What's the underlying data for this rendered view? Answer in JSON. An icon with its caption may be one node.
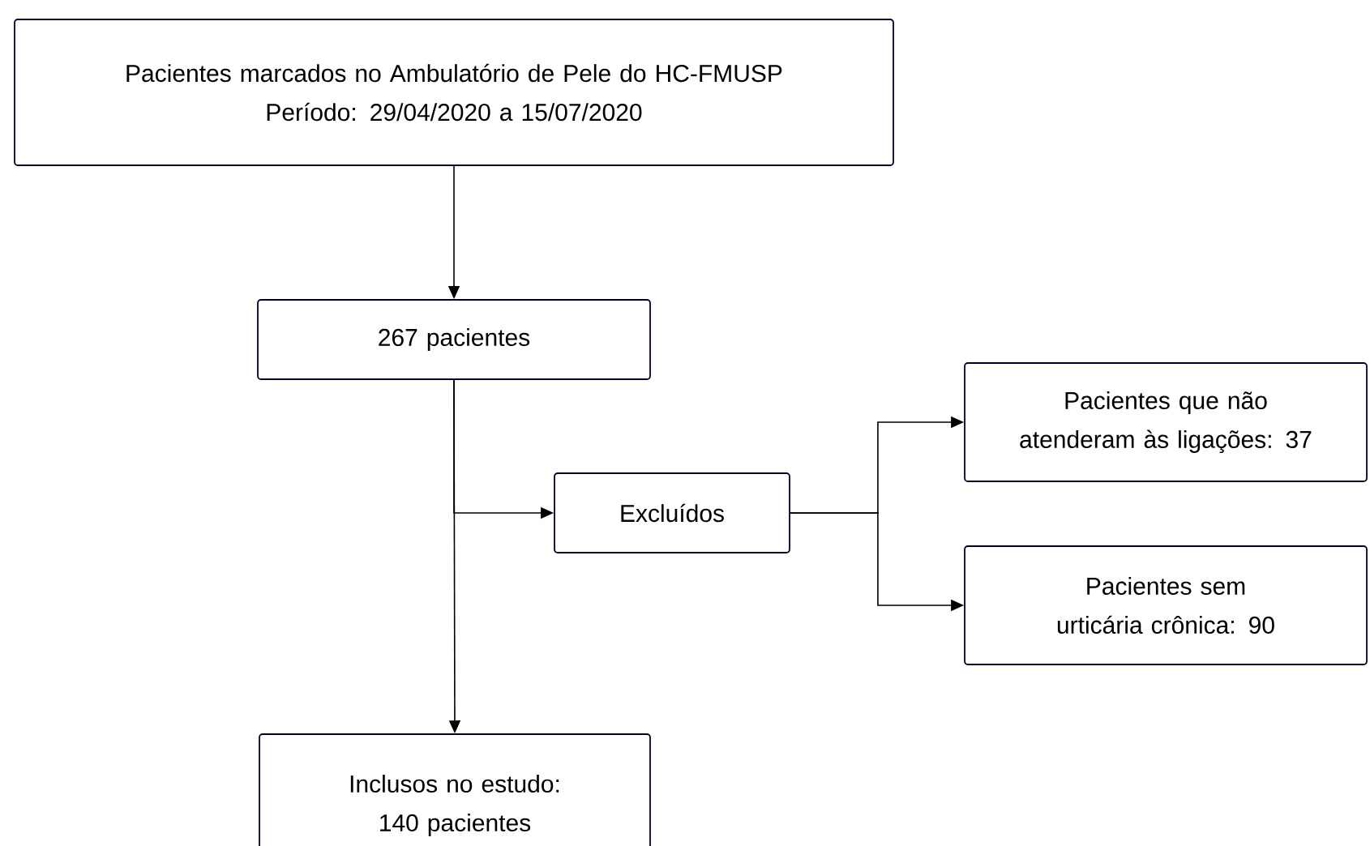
{
  "diagram": {
    "nodes": [
      {
        "text": [
          "Pacientes marcados no Ambulatório de Pele do HC-FMUSP",
          "Período: 29/04/2020 a 15/07/2020"
        ]
      },
      {
        "text": [
          "267 pacientes"
        ]
      },
      {
        "text": [
          "Excluídos"
        ]
      },
      {
        "text": [
          "Pacientes que não atenderam às ligações: 37"
        ]
      },
      {
        "text": [
          "Pacientes sem urticária crônica: 90"
        ]
      },
      {
        "text": [
          "Inclusos no estudo: 140 pacientes"
        ]
      }
    ],
    "edges": [
      {
        "from": 0,
        "to": 1,
        "arrow": "to"
      },
      {
        "from": 1,
        "to": 2,
        "arrow": "to"
      },
      {
        "from": 1,
        "to": 5,
        "arrow": "to"
      },
      {
        "from": 2,
        "to": 3,
        "arrow": "to"
      },
      {
        "from": 2,
        "to": 4,
        "arrow": "to"
      }
    ]
  }
}
